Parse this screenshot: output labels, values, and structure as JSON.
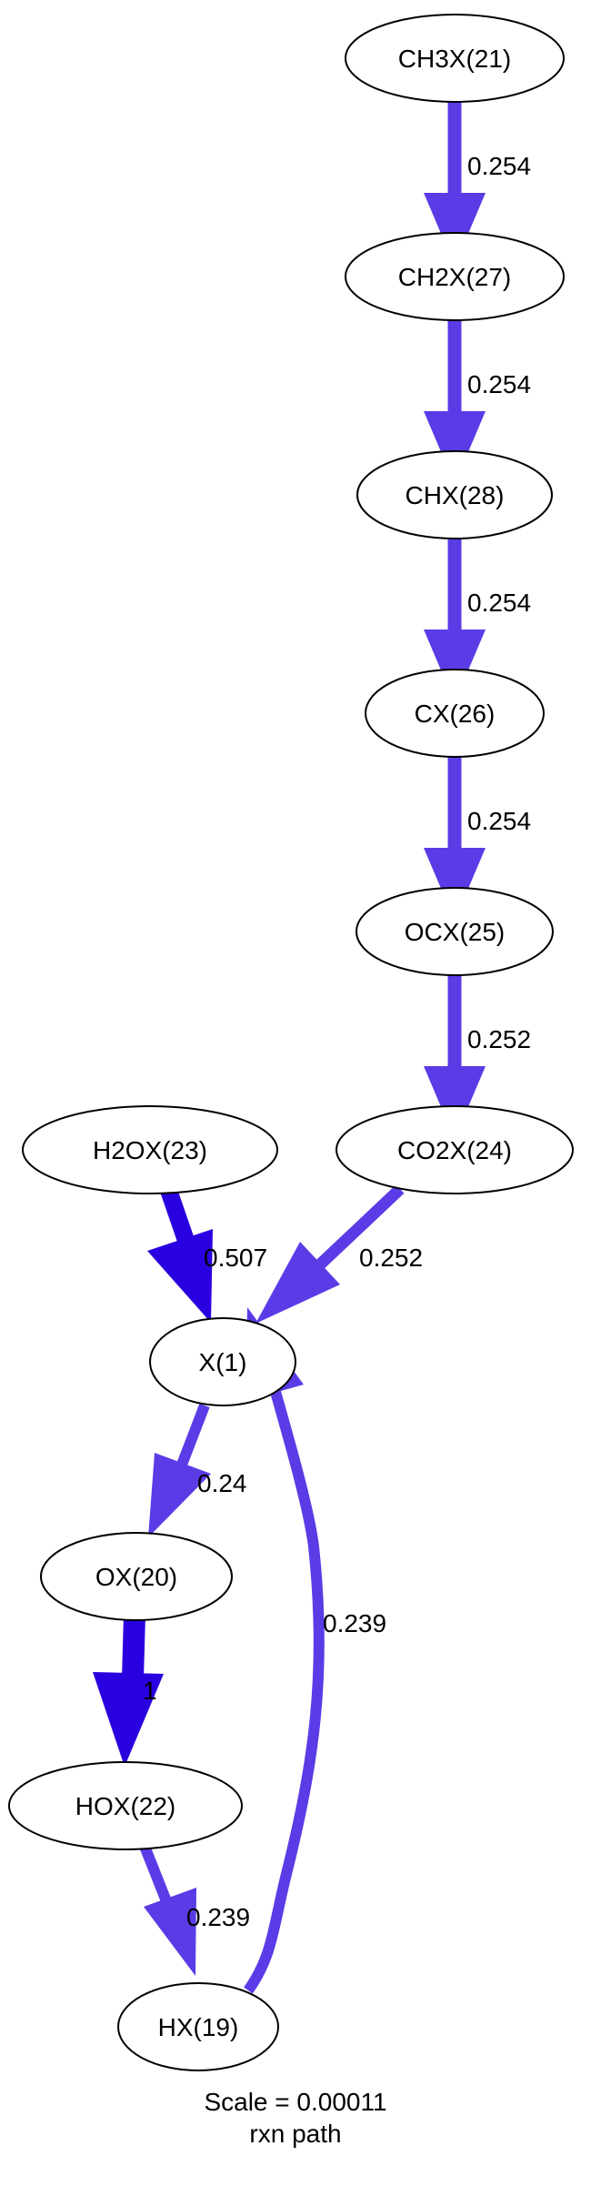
{
  "colors": {
    "edge_medium": "#5b3be6",
    "edge_strong": "#2b00e0",
    "node_stroke": "#000000",
    "background": "#ffffff"
  },
  "nodes": {
    "ch3x": "CH3X(21)",
    "ch2x": "CH2X(27)",
    "chx": "CHX(28)",
    "cx": "CX(26)",
    "ocx": "OCX(25)",
    "co2x": "CO2X(24)",
    "h2ox": "H2OX(23)",
    "x": "X(1)",
    "ox": "OX(20)",
    "hox": "HOX(22)",
    "hx": "HX(19)"
  },
  "edges": [
    {
      "from": "CH3X(21)",
      "to": "CH2X(27)",
      "label": "0.254"
    },
    {
      "from": "CH2X(27)",
      "to": "CHX(28)",
      "label": "0.254"
    },
    {
      "from": "CHX(28)",
      "to": "CX(26)",
      "label": "0.254"
    },
    {
      "from": "CX(26)",
      "to": "OCX(25)",
      "label": "0.254"
    },
    {
      "from": "OCX(25)",
      "to": "CO2X(24)",
      "label": "0.252"
    },
    {
      "from": "H2OX(23)",
      "to": "X(1)",
      "label": "0.507"
    },
    {
      "from": "CO2X(24)",
      "to": "X(1)",
      "label": "0.252"
    },
    {
      "from": "X(1)",
      "to": "OX(20)",
      "label": "0.24"
    },
    {
      "from": "OX(20)",
      "to": "HOX(22)",
      "label": "1"
    },
    {
      "from": "HOX(22)",
      "to": "HX(19)",
      "label": "0.239"
    },
    {
      "from": "HX(19)",
      "to": "X(1)",
      "label": "0.239"
    }
  ],
  "caption": {
    "scale": "Scale = 0.00011",
    "subtitle": "rxn path"
  }
}
